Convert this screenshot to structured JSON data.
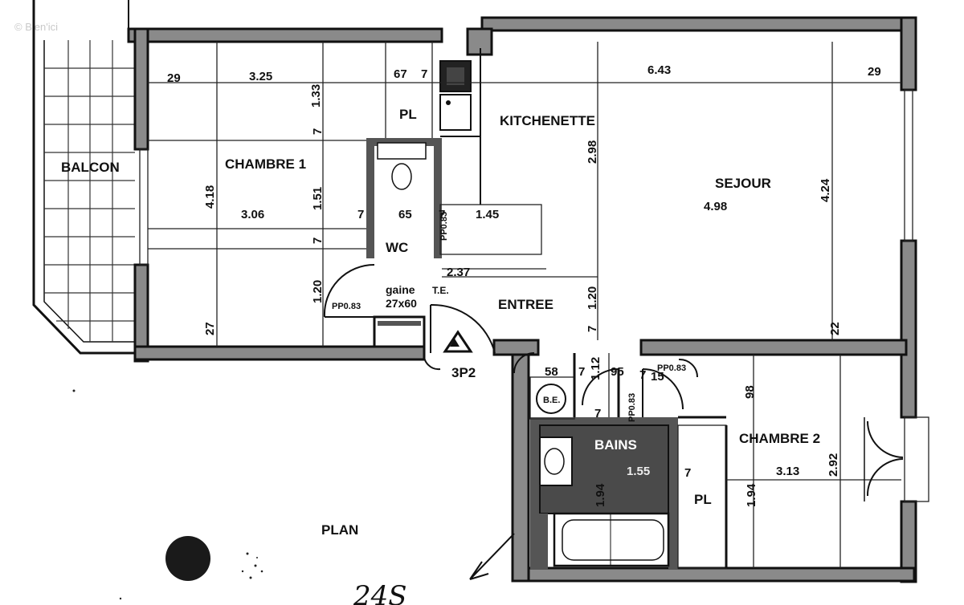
{
  "watermark": "© Bien'ici",
  "rooms": {
    "balcon": "BALCON",
    "chambre1": "CHAMBRE 1",
    "kitchenette": "KITCHENETTE",
    "sejour": "SEJOUR",
    "wc": "WC",
    "entree": "ENTREE",
    "bains": "BAINS",
    "chambre2": "CHAMBRE 2",
    "pl_top": "PL",
    "pl_bottom": "PL"
  },
  "labels": {
    "gaine": "gaine",
    "gaine_size": "27x60",
    "te": "T.E.",
    "pp_wc": "PP0.83",
    "pp_left": "PP0.83",
    "pp_bains": "PP0.83",
    "pp_ch2": "PP0.83",
    "be": "B.E.",
    "apartment_id": "3P2",
    "plan": "PLAN",
    "handwriting": "24S"
  },
  "dimensions": {
    "d29_left": "29",
    "d325": "3.25",
    "d133": "1.33",
    "d67": "67",
    "d7_top": "7",
    "d643": "6.43",
    "d29_right": "29",
    "d7_ch1a": "7",
    "d298": "2.98",
    "d418": "4.18",
    "d151": "1.51",
    "d306": "3.06",
    "d7_mid": "7",
    "d65": "65",
    "d7_wc": "7",
    "d145": "1.45",
    "d498": "4.98",
    "d424": "4.24",
    "d7_ch1b": "7",
    "d237": "2.37",
    "d120_left": "1.20",
    "d120_right": "1.20",
    "d7_entree": "7",
    "d27": "27",
    "d22": "22",
    "d58": "58",
    "d7_be": "7",
    "d112": "1.12",
    "d95": "95",
    "d7_bains": "7",
    "d15": "15",
    "d98": "98",
    "d7_bath": "7",
    "d155": "1.55",
    "d7_pl": "7",
    "d313": "3.13",
    "d292": "2.92",
    "d194_left": "1.94",
    "d194_right": "1.94"
  }
}
